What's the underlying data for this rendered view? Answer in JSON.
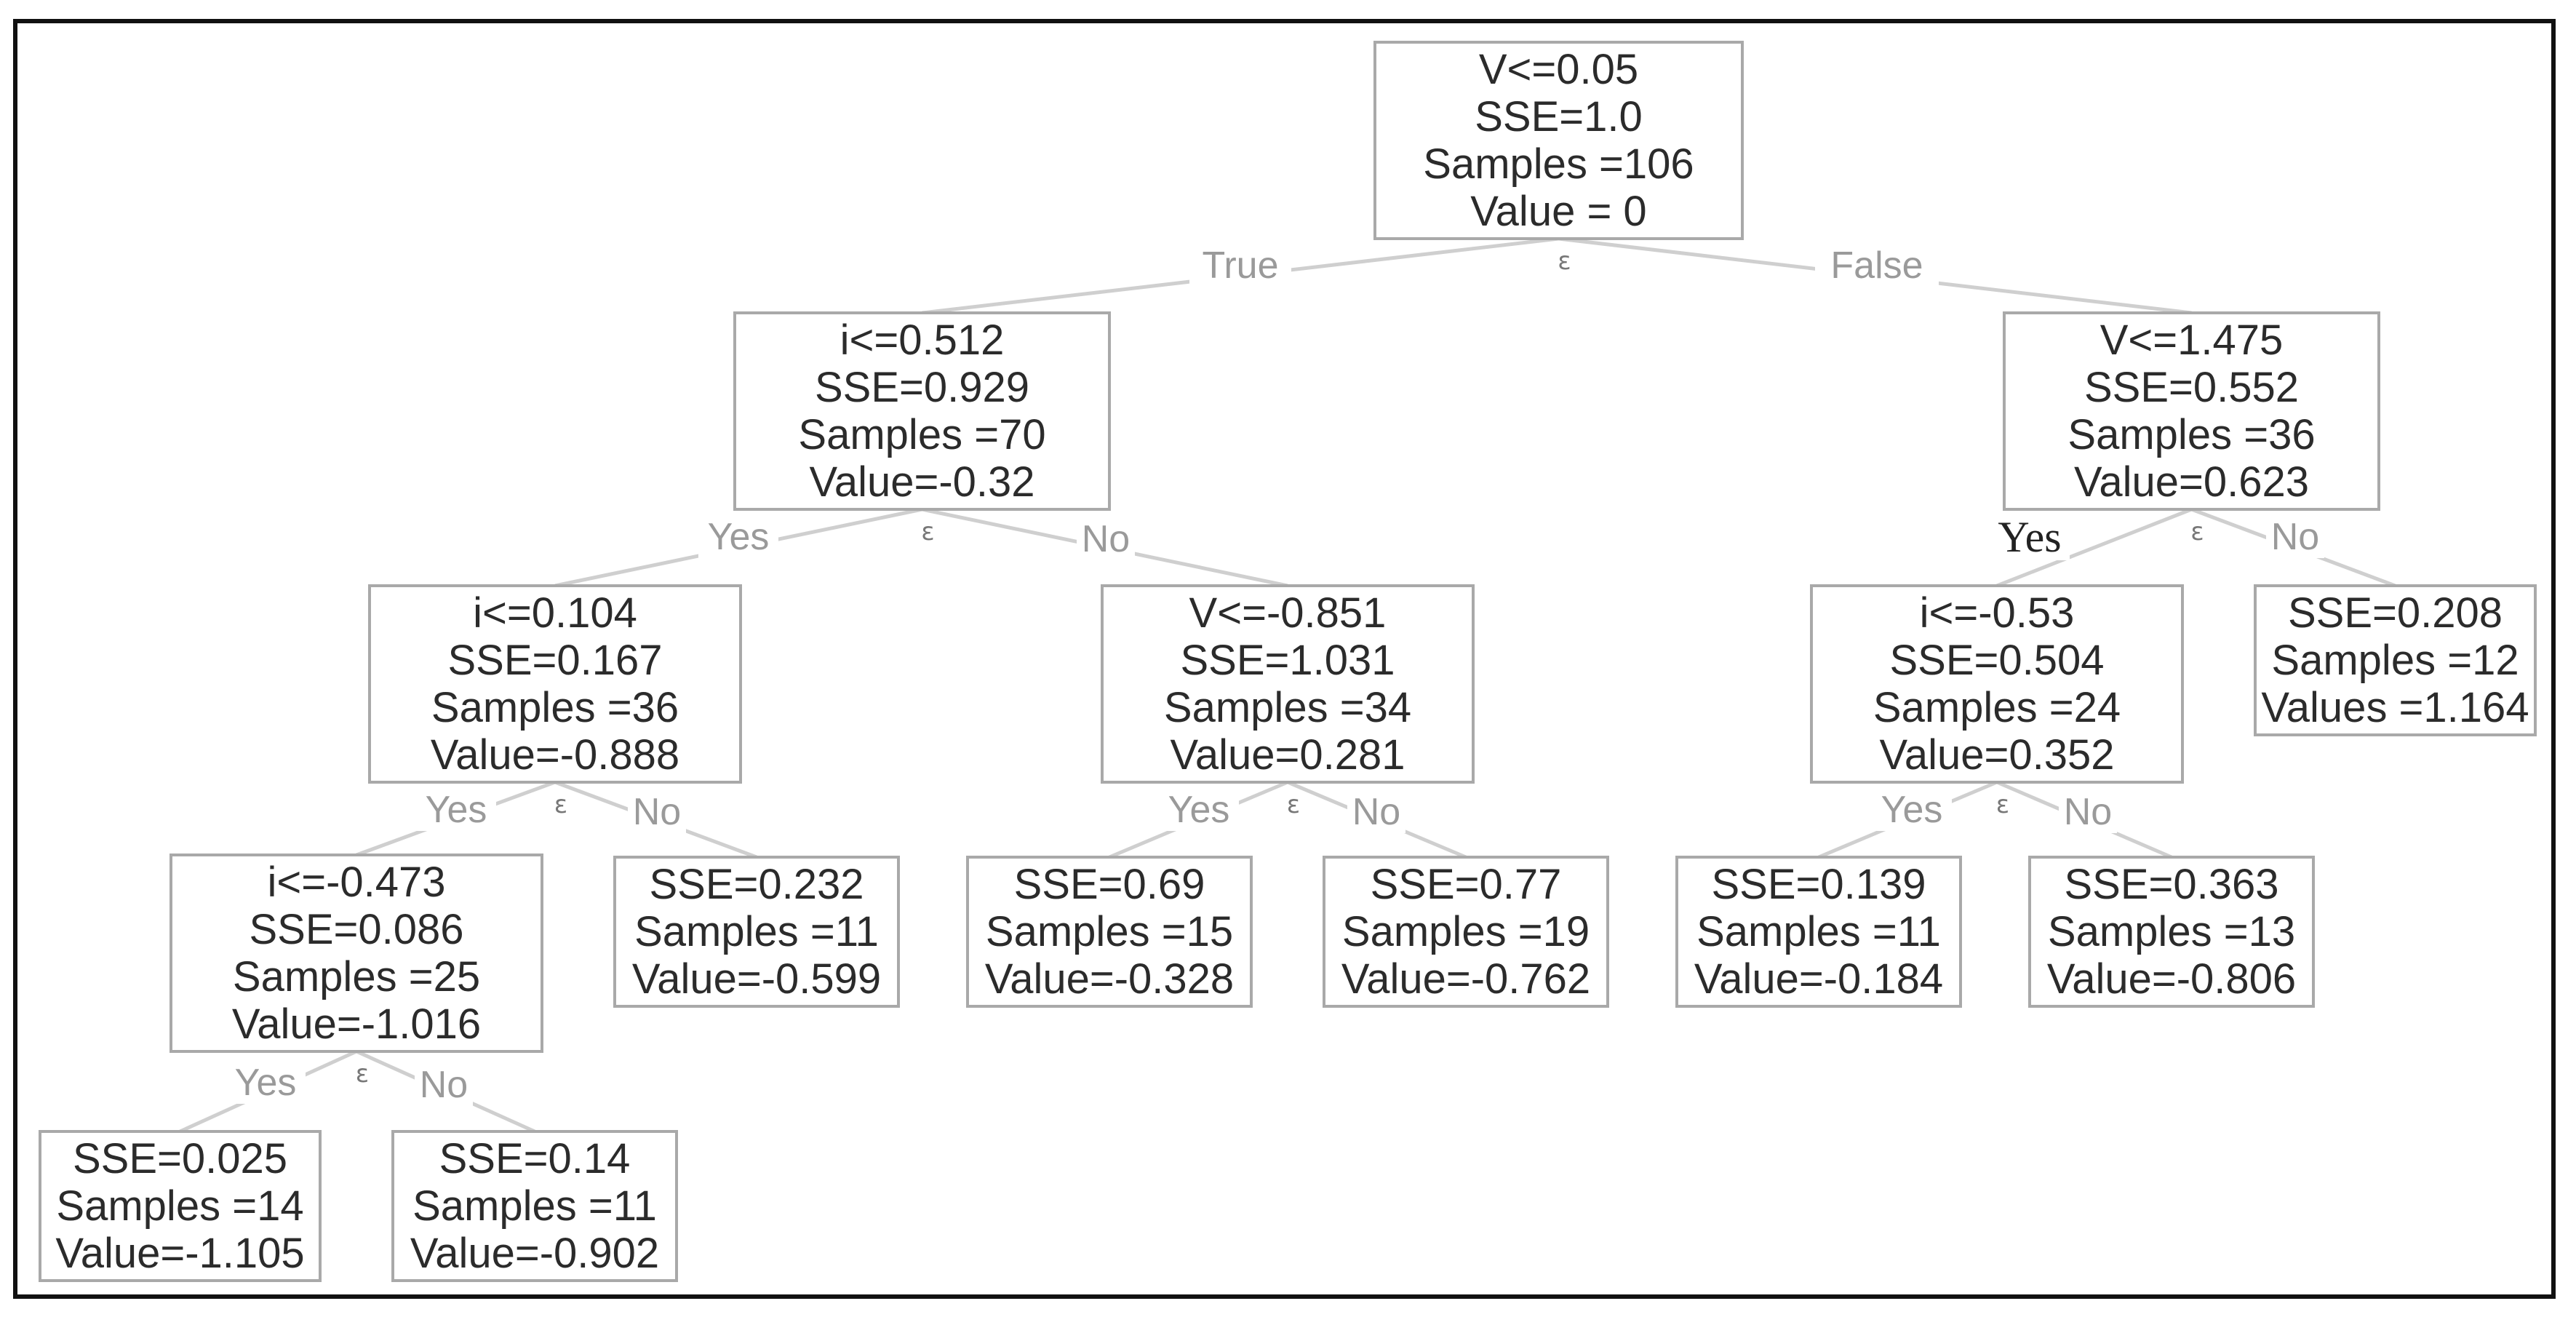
{
  "diagram": {
    "nodes": [
      {
        "id": "n0",
        "lines": [
          "V<=0.05",
          "SSE=1.0",
          "Samples =106",
          "Value = 0"
        ]
      },
      {
        "id": "n1",
        "lines": [
          "i<=0.512",
          "SSE=0.929",
          "Samples =70",
          "Value=-0.32"
        ]
      },
      {
        "id": "n2",
        "lines": [
          "V<=1.475",
          "SSE=0.552",
          "Samples =36",
          "Value=0.623"
        ]
      },
      {
        "id": "n3",
        "lines": [
          "i<=0.104",
          "SSE=0.167",
          "Samples =36",
          "Value=-0.888"
        ]
      },
      {
        "id": "n4",
        "lines": [
          "V<=-0.851",
          "SSE=1.031",
          "Samples =34",
          "Value=0.281"
        ]
      },
      {
        "id": "n5",
        "lines": [
          "i<=-0.53",
          "SSE=0.504",
          "Samples =24",
          "Value=0.352"
        ]
      },
      {
        "id": "n6",
        "lines": [
          "SSE=0.208",
          "Samples =12",
          "Values =1.164"
        ]
      },
      {
        "id": "n7",
        "lines": [
          "i<=-0.473",
          "SSE=0.086",
          "Samples =25",
          "Value=-1.016"
        ]
      },
      {
        "id": "n8",
        "lines": [
          "SSE=0.232",
          "Samples =11",
          "Value=-0.599"
        ]
      },
      {
        "id": "n9",
        "lines": [
          "SSE=0.69",
          "Samples =15",
          "Value=-0.328"
        ]
      },
      {
        "id": "n10",
        "lines": [
          "SSE=0.77",
          "Samples =19",
          "Value=-0.762"
        ]
      },
      {
        "id": "n11",
        "lines": [
          "SSE=0.139",
          "Samples =11",
          "Value=-0.184"
        ]
      },
      {
        "id": "n12",
        "lines": [
          "SSE=0.363",
          "Samples =13",
          "Value=-0.806"
        ]
      },
      {
        "id": "n13",
        "lines": [
          "SSE=0.025",
          "Samples =14",
          "Value=-1.105"
        ]
      },
      {
        "id": "n14",
        "lines": [
          "SSE=0.14",
          "Samples =11",
          "Value=-0.902"
        ]
      }
    ],
    "edges": [
      {
        "from": "n0",
        "to": "n1",
        "label": "True"
      },
      {
        "from": "n0",
        "to": "n2",
        "label": "False"
      },
      {
        "from": "n1",
        "to": "n3",
        "label": "Yes"
      },
      {
        "from": "n1",
        "to": "n4",
        "label": "No"
      },
      {
        "from": "n2",
        "to": "n5",
        "label": "Yes"
      },
      {
        "from": "n2",
        "to": "n6",
        "label": "No"
      },
      {
        "from": "n3",
        "to": "n7",
        "label": "Yes"
      },
      {
        "from": "n3",
        "to": "n8",
        "label": "No"
      },
      {
        "from": "n4",
        "to": "n9",
        "label": "Yes"
      },
      {
        "from": "n4",
        "to": "n10",
        "label": "No"
      },
      {
        "from": "n5",
        "to": "n11",
        "label": "Yes"
      },
      {
        "from": "n5",
        "to": "n12",
        "label": "No"
      },
      {
        "from": "n7",
        "to": "n13",
        "label": "Yes"
      },
      {
        "from": "n7",
        "to": "n14",
        "label": "No"
      }
    ],
    "split_mark": "ε",
    "colors": {
      "border": "#111111",
      "node_border": "#a9a9a9",
      "edge": "#cfcfcf",
      "text": "#2b2b2b",
      "edge_label": "#9a9a9a"
    }
  }
}
